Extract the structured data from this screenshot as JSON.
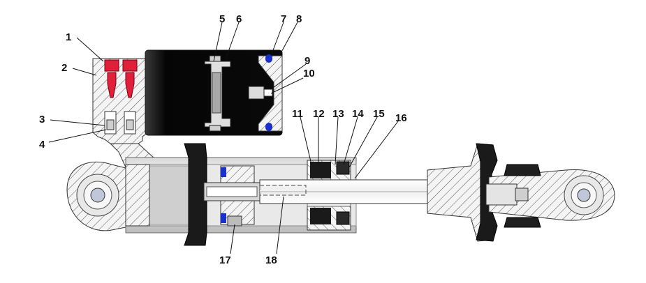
{
  "callouts": [
    {
      "id": "c1",
      "label": "1"
    },
    {
      "id": "c2",
      "label": "2"
    },
    {
      "id": "c3",
      "label": "3"
    },
    {
      "id": "c4",
      "label": "4"
    },
    {
      "id": "c5",
      "label": "5"
    },
    {
      "id": "c6",
      "label": "6"
    },
    {
      "id": "c7",
      "label": "7"
    },
    {
      "id": "c8",
      "label": "8"
    },
    {
      "id": "c9",
      "label": "9"
    },
    {
      "id": "c10",
      "label": "10"
    },
    {
      "id": "c11",
      "label": "11"
    },
    {
      "id": "c12",
      "label": "12"
    },
    {
      "id": "c13",
      "label": "13"
    },
    {
      "id": "c14",
      "label": "14"
    },
    {
      "id": "c15",
      "label": "15"
    },
    {
      "id": "c16",
      "label": "16"
    },
    {
      "id": "c17",
      "label": "17"
    },
    {
      "id": "c18",
      "label": "18"
    }
  ],
  "colors": {
    "reservoir_body": "#0a0a0a",
    "valve_red": "#e0203a",
    "seal_blue": "#1a2fcf",
    "cylinder_light": "#e6e6e6",
    "cylinder_mid": "#c8c8c8",
    "dark_part": "#1a1a1a",
    "hatch_bg": "#f2f2f2"
  }
}
